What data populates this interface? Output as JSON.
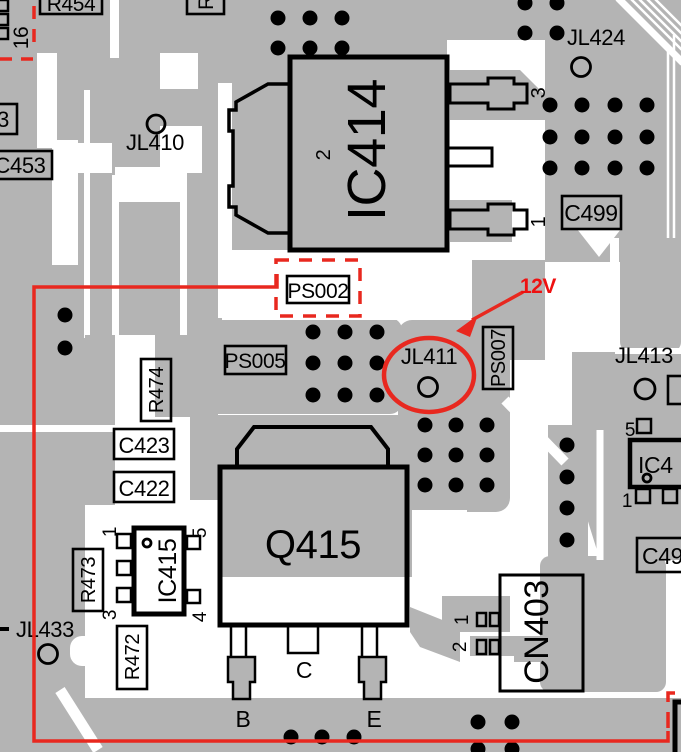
{
  "diagram": {
    "type": "pcb-component-layout-detail",
    "colors": {
      "copper": "#b4b4b4",
      "annotation_red": "#e8281f",
      "silkscreen": "#000000"
    },
    "annotation": {
      "net_label": "12V",
      "highlighted_test_point": "JL411"
    },
    "labels": {
      "r454": "R454",
      "r_partial": "R",
      "pin16": "16",
      "label3_partial": "3",
      "c453": "C453",
      "jl410": "JL410",
      "jl424": "JL424",
      "ic414": "IC414",
      "ic414_pin2": "2",
      "ic414_pin3": "3",
      "ic414_pin1": "1",
      "c499": "C499",
      "ps002": "PS002",
      "ps005": "PS005",
      "jl411": "JL411",
      "ps007": "PS007",
      "net12v": "12V",
      "jl413": "JL413",
      "r474": "R474",
      "c423": "C423",
      "c422": "C422",
      "ic4_partial": "IC4",
      "ic4_pin5": "5",
      "ic4_pin1": "1",
      "c49_partial": "C49",
      "q415": "Q415",
      "q415_pin_b": "B",
      "q415_pin_c": "C",
      "q415_pin_e": "E",
      "ic415": "IC415",
      "ic415_pin1": "1",
      "ic415_pin5": "5",
      "ic415_pin3": "3",
      "ic415_pin4": "4",
      "r473": "R473",
      "r472": "R472",
      "jl433": "JL433",
      "cn403": "CN403",
      "cn403_pin1": "1",
      "cn403_pin2": "2"
    }
  }
}
